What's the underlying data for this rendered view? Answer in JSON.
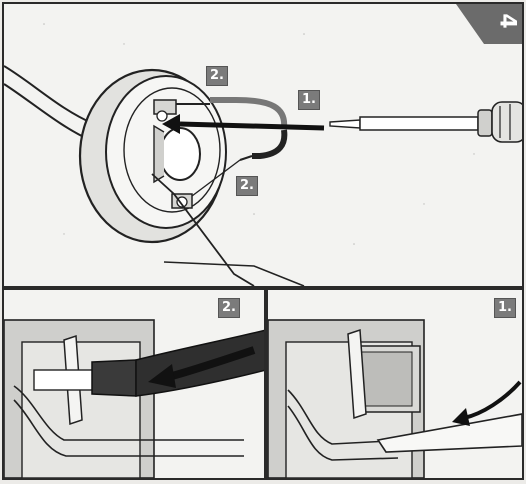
{
  "step": {
    "number": "4",
    "corner_color": "#6b6b6b"
  },
  "callouts": {
    "top_cable_a": "2.",
    "top_tool": "1.",
    "top_cable_b": "2.",
    "bottom_left": "2.",
    "bottom_right": "1."
  },
  "colors": {
    "line": "#222222",
    "panel": "#f3f3f1",
    "shade": "#cfcfcc",
    "callout_bg": "#7b7b7b"
  },
  "icons": {
    "screwdriver": "screwdriver-icon",
    "arrow": "arrow-icon"
  }
}
